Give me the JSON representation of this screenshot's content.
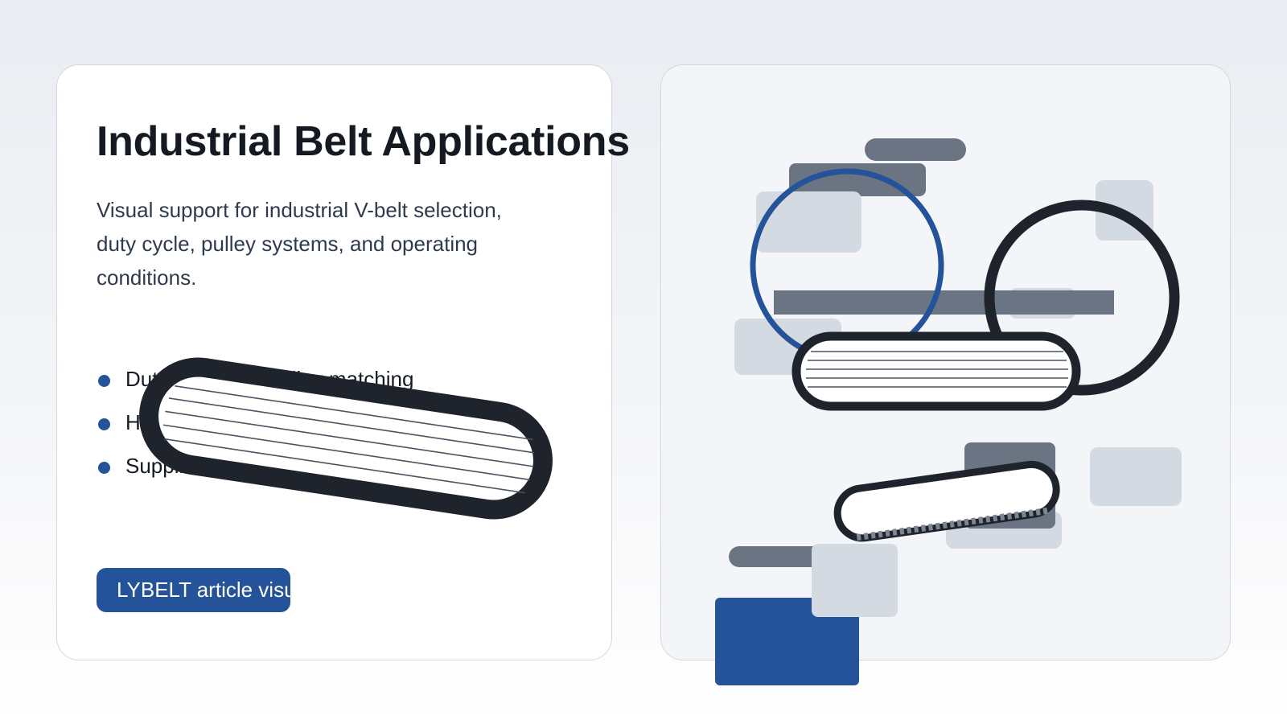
{
  "heading": "Industrial Belt Applications",
  "subtitle": "Visual support for industrial V-belt selection, duty cycle, pulley systems, and operating conditions.",
  "bullets": [
    "Duty cycle and pulley matching",
    "Heat, dust, and service-life context",
    "Supplier-ready product framing"
  ],
  "cta_label": "LYBELT article visual",
  "colors": {
    "accent_blue": "#24539a",
    "belt_dark": "#1f242c",
    "slate": "#6b7482",
    "light_block": "#d4dae2",
    "text_dark": "#151a22"
  },
  "icons": [
    "belt-loop-icon",
    "pulley-ring-icon",
    "toothed-belt-icon"
  ]
}
